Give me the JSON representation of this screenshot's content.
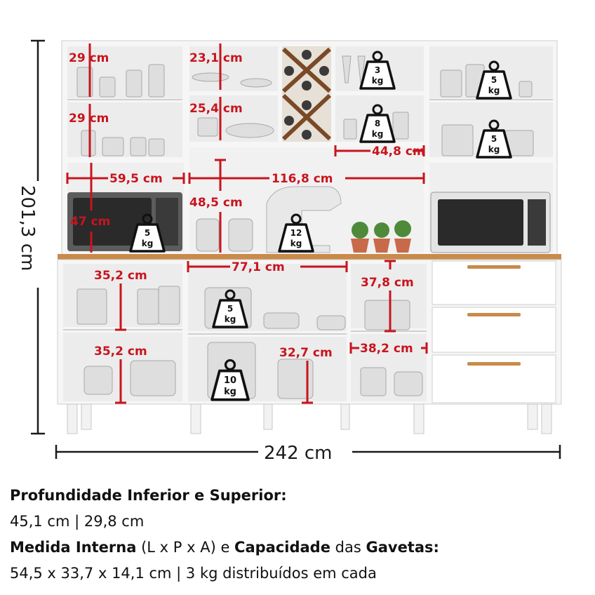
{
  "dimensions": {
    "height_total": "201,3 cm",
    "width_total": "242 cm",
    "top_left_shelf_1": "29 cm",
    "top_left_shelf_2": "29 cm",
    "top_center_shelf_1": "23,1 cm",
    "top_center_shelf_2": "25,4 cm",
    "top_right_niche_width": "44,8 cm",
    "top_left_width": "59,5 cm",
    "top_center_width": "116,8 cm",
    "microwave_niche_height": "47 cm",
    "center_niche_height": "48,5 cm",
    "bottom_left_shelf_1": "35,2 cm",
    "bottom_left_shelf_2": "35,2 cm",
    "bottom_center_width": "77,1 cm",
    "bottom_center_lower": "32,7 cm",
    "bottom_right_upper": "37,8 cm",
    "bottom_right_width": "38,2 cm"
  },
  "weights": {
    "w_top_3": [
      "3",
      "kg"
    ],
    "w_top_5a": [
      "5",
      "kg"
    ],
    "w_top_8": [
      "8",
      "kg"
    ],
    "w_top_5b": [
      "5",
      "kg"
    ],
    "w_micro_5": [
      "5",
      "kg"
    ],
    "w_counter_12": [
      "12",
      "kg"
    ],
    "w_pots_5": [
      "5",
      "kg"
    ],
    "w_pots_10": [
      "10",
      "kg"
    ]
  },
  "caption": {
    "depth_title": "Profundidade Inferior e Superior:",
    "depth_values": "45,1 cm | 29,8 cm",
    "internal_bold": "Medida Interna",
    "internal_dims": " (L x P x A)  e ",
    "capacity_bold": "Capacidade",
    "drawers_of": " das ",
    "drawers_bold": "Gavetas:",
    "drawer_values": "54,5 x 33,7 x 14,1 cm | 3 kg distribuídos em cada"
  },
  "colors": {
    "dimension_red": "#c8141e",
    "cabinet_white": "#f4f4f4",
    "countertop_wood": "#c98b4a",
    "shadow_gray": "#d9d9d9"
  }
}
